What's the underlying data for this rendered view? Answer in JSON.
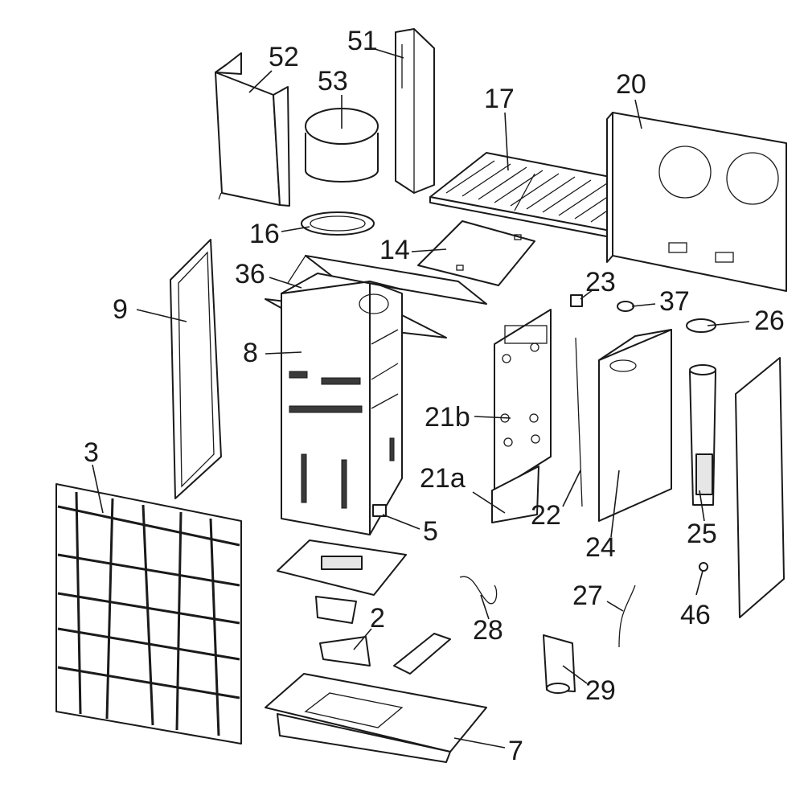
{
  "callouts": {
    "c52": "52",
    "c51": "51",
    "c53": "53",
    "c17": "17",
    "c20": "20",
    "c16": "16",
    "c14": "14",
    "c36": "36",
    "c9": "9",
    "c23": "23",
    "c37": "37",
    "c26": "26",
    "c8": "8",
    "c21b": "21b",
    "c3": "3",
    "c21a": "21a",
    "c22": "22",
    "c5": "5",
    "c24": "24",
    "c25": "25",
    "c27": "27",
    "c46": "46",
    "c2": "2",
    "c28": "28",
    "c29": "29",
    "c7": "7"
  },
  "colors": {
    "line": "#1a1a1a",
    "part_fill": "#ffffff",
    "shade": "#e6e6e6"
  }
}
